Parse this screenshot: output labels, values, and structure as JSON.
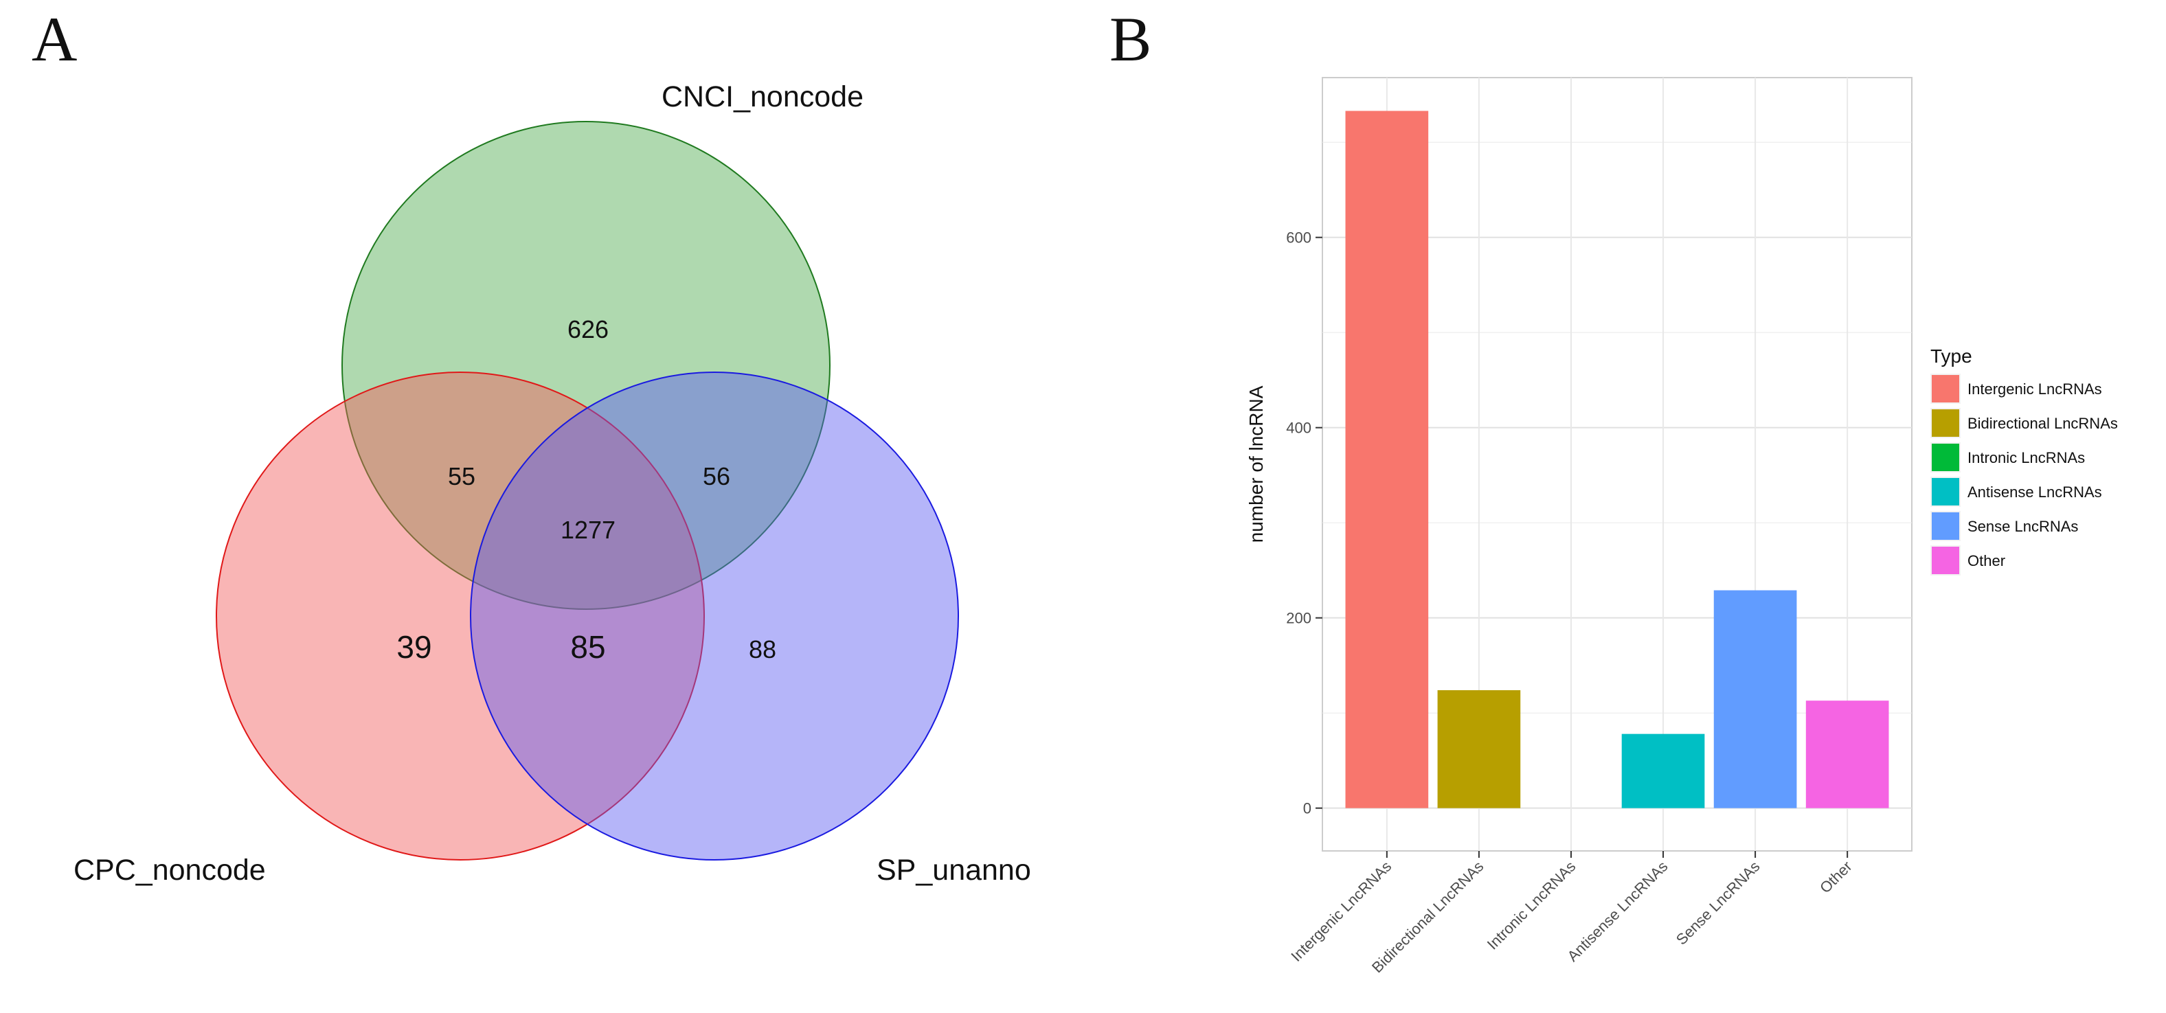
{
  "panel_labels": {
    "a": "A",
    "b": "B"
  },
  "chart_data": [
    {
      "type": "venn",
      "sets": [
        {
          "name": "CNCI_noncode",
          "color": "#4daa4d"
        },
        {
          "name": "CPC_noncode",
          "color": "#f25b5b"
        },
        {
          "name": "SP_unanno",
          "color": "#5b5bf2"
        }
      ],
      "regions": [
        {
          "sets": [
            "CNCI_noncode"
          ],
          "value": "626"
        },
        {
          "sets": [
            "CPC_noncode",
            "CNCI_noncode"
          ],
          "value": "55"
        },
        {
          "sets": [
            "CNCI_noncode",
            "SP_unanno"
          ],
          "value": "56"
        },
        {
          "sets": [
            "CPC_noncode",
            "CNCI_noncode",
            "SP_unanno"
          ],
          "value": "1277"
        },
        {
          "sets": [
            "CPC_noncode"
          ],
          "value": "39"
        },
        {
          "sets": [
            "CPC_noncode",
            "SP_unanno"
          ],
          "value": "85"
        },
        {
          "sets": [
            "SP_unanno"
          ],
          "value": "88"
        }
      ]
    },
    {
      "type": "bar",
      "categories": [
        "Intergenic LncRNAs",
        "Bidirectional LncRNAs",
        "Intronic LncRNAs",
        "Antisense LncRNAs",
        "Sense LncRNAs",
        "Other"
      ],
      "values": [
        733,
        124,
        0,
        78,
        229,
        113
      ],
      "colors": [
        "#f8766d",
        "#b79f00",
        "#00ba38",
        "#00bfc4",
        "#619cff",
        "#f564e3"
      ],
      "ylabel": "number of lncRNA",
      "ylim": [
        -45,
        768
      ],
      "yticks": [
        0,
        200,
        400,
        600
      ],
      "grid": true,
      "legend": {
        "title": "Type",
        "placement": "right",
        "entries": [
          "Intergenic LncRNAs",
          "Bidirectional LncRNAs",
          "Intronic LncRNAs",
          "Antisense LncRNAs",
          "Sense LncRNAs",
          "Other"
        ]
      }
    }
  ]
}
